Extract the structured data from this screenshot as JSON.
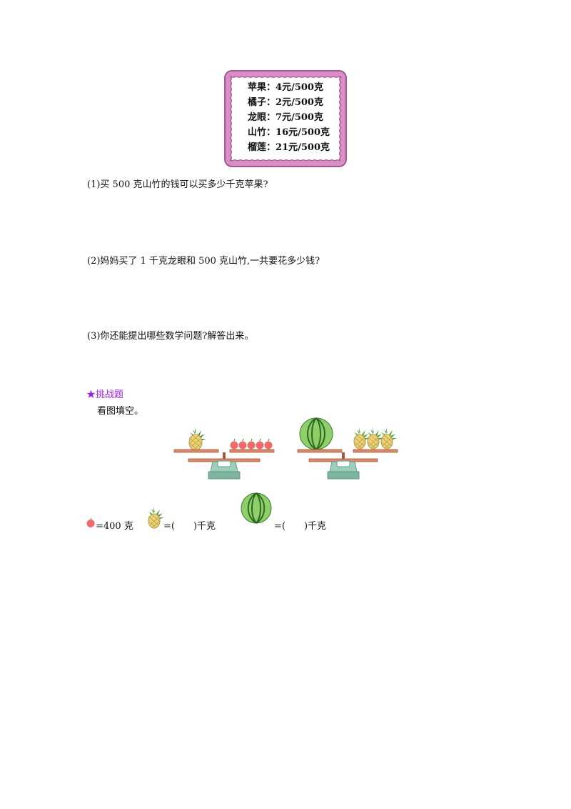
{
  "price_card": {
    "items": [
      {
        "fruit": "苹果",
        "price": "4元/500克"
      },
      {
        "fruit": "橘子",
        "price": "2元/500克"
      },
      {
        "fruit": "龙眼",
        "price": "7元/500克"
      },
      {
        "fruit": "山竹",
        "price": "16元/500克"
      },
      {
        "fruit": "榴莲",
        "price": "21元/500克"
      }
    ],
    "separator": "："
  },
  "questions": [
    "(1)买 500 克山竹的钱可以买多少千克苹果?",
    "(2)妈妈买了 1 千克龙眼和 500 克山竹,一共要花多少钱?",
    "(3)你还能提出哪些数学问题?解答出来。"
  ],
  "challenge": {
    "heading": "★挑战题",
    "instruction": "看图填空。"
  },
  "scales": [
    {
      "left_pan": "1 pineapple",
      "right_pan": "5 apples"
    },
    {
      "left_pan": "1 watermelon",
      "right_pan": "3 pineapples"
    }
  ],
  "answers": {
    "apple_text": "=400 克",
    "pineapple_text": "=(　　)千克",
    "watermelon_text": "=(　　)千克"
  },
  "colors": {
    "card_border": "#a0578c",
    "card_fill": "#d98fc6",
    "challenge": "#9b1fe8",
    "scale": "#c0714b",
    "scale_base": "#7fb5a0"
  },
  "icons": [
    "apple-icon",
    "pineapple-icon",
    "watermelon-icon",
    "scale-icon"
  ]
}
